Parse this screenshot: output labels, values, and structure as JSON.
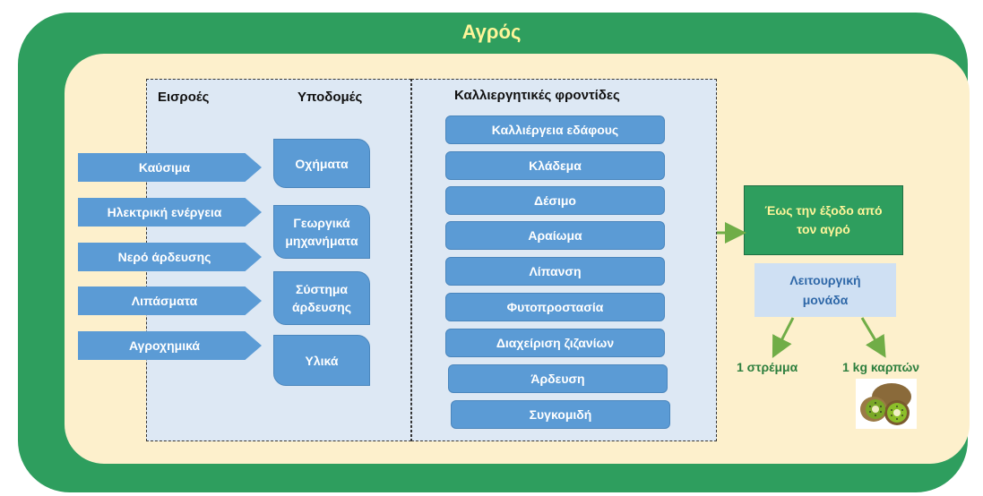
{
  "title": "Αγρός",
  "headers": {
    "inputs": "Εισροές",
    "infrastructure": "Υποδομές",
    "cultivation": "Καλλιεργητικές φροντίδες"
  },
  "inputs": [
    "Καύσιμα",
    "Ηλεκτρική ενέργεια",
    "Νερό άρδευσης",
    "Λιπάσματα",
    "Αγροχημικά"
  ],
  "infrastructure": [
    [
      "Οχήματα"
    ],
    [
      "Γεωργικά",
      "μηχανήματα"
    ],
    [
      "Σύστημα",
      "άρδευσης"
    ],
    [
      "Υλικά"
    ]
  ],
  "cultivation": [
    "Καλλιέργεια εδάφους",
    "Κλάδεμα",
    "Δέσιμο",
    "Αραίωμα",
    "Λίπανση",
    "Φυτοπροστασία",
    "Διαχείριση ζιζανίων",
    "Άρδευση",
    "Συγκομιδή"
  ],
  "exit": [
    "Έως την έξοδο από",
    "τον αγρό"
  ],
  "functional_unit": [
    "Λειτουργική",
    "μονάδα"
  ],
  "units": [
    "1 στρέμμα",
    "1 kg καρπών"
  ],
  "image": "kiwi-fruit",
  "colors": {
    "field_green": "#2e9e5e",
    "field_inner": "#fdf0cc",
    "box_blue": "#5b9bd5",
    "panel_blue": "#dde8f4",
    "title_yellow": "#fff59a",
    "arrow_green": "#70ad47"
  }
}
